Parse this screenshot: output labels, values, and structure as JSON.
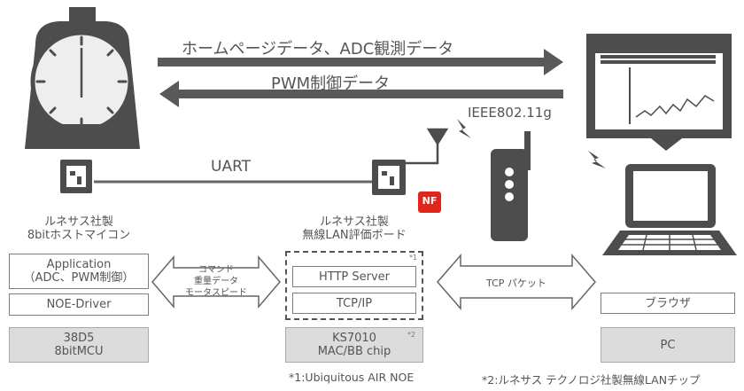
{
  "arrows": {
    "top": "ホームページデータ、ADC観測データ",
    "middle": "PWM制御データ",
    "uart": "UART",
    "wifi": "IEEE802.11g"
  },
  "badge": "NF",
  "left": {
    "caption": [
      "ルネサス社製",
      "8bitホストマイコン"
    ],
    "app": [
      "Application",
      "（ADC、PWM制御）"
    ],
    "driver": "NOE-Driver",
    "chip": [
      "38D5",
      "8bitMCU"
    ]
  },
  "link_left": [
    "コマンド",
    "重量データ",
    "モータスピード"
  ],
  "middle": {
    "caption": [
      "ルネサス社製",
      "無線LAN評価ボード"
    ],
    "http": "HTTP Server",
    "tcp": "TCP/IP",
    "note1": "*1",
    "chip": [
      "KS7010",
      "MAC/BB  chip"
    ],
    "note2": "*2"
  },
  "link_right": "TCP パケット",
  "right": {
    "browser": "ブラウザ",
    "pc": "PC"
  },
  "footnotes": {
    "n1": "*1:Ubiquitous AIR NOE",
    "n2": "*2:ルネサス テクノロジ社製無線LANチップ"
  }
}
